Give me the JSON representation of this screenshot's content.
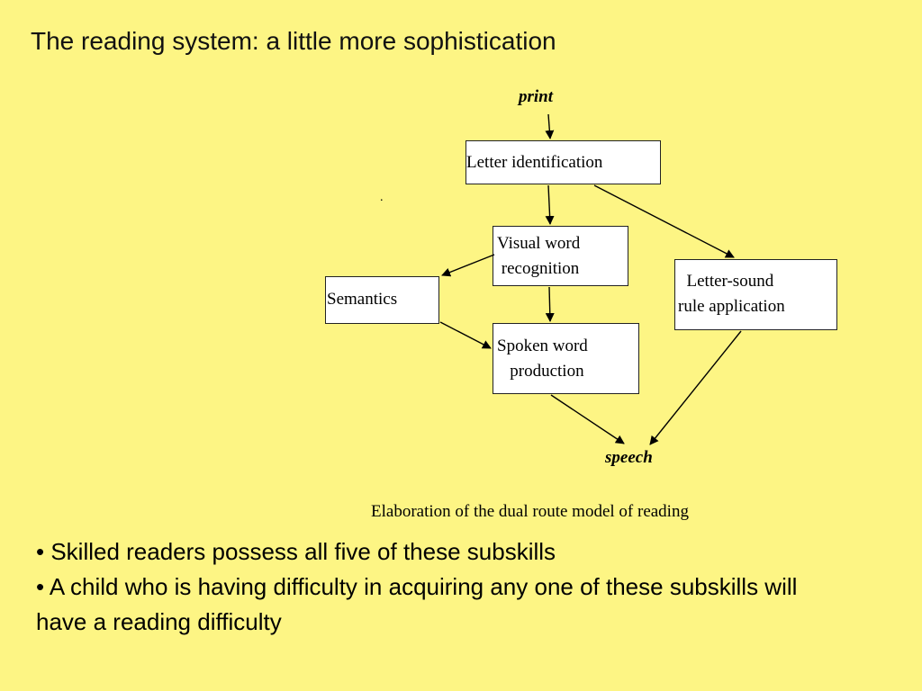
{
  "slide": {
    "title": "The reading system: a little more sophistication"
  },
  "diagram": {
    "input_label": "print",
    "output_label": "speech",
    "nodes": {
      "letter_identification": "Letter identification",
      "visual_word_recognition": "Visual word\n recognition",
      "semantics": "Semantics",
      "letter_sound": "  Letter-sound\nrule application",
      "spoken_word": "Spoken word\n   production"
    },
    "dot": ".",
    "caption": "Elaboration of the dual route model of reading"
  },
  "bullets": [
    "• Skilled readers possess all five of these subskills",
    "• A child who is having difficulty in acquiring any one of these subskills will have a reading difficulty"
  ]
}
